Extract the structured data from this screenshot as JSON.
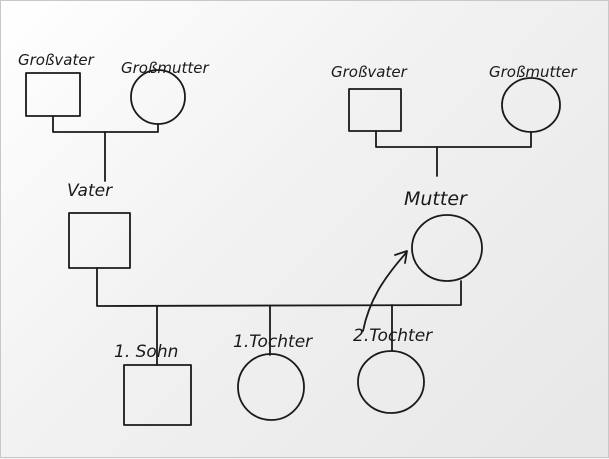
{
  "labels": {
    "grossvater_left": "Großvater",
    "grossmutter_left": "Großmutter",
    "grossvater_right": "Großvater",
    "grossmutter_right": "Großmutter",
    "vater": "Vater",
    "mutter": "Mutter",
    "sohn": "1. Sohn",
    "tochter1": "1.Tochter",
    "tochter2": "2.Tochter"
  },
  "colors": {
    "ink": "#1a1a1a",
    "paper": "#f1f1f1"
  }
}
